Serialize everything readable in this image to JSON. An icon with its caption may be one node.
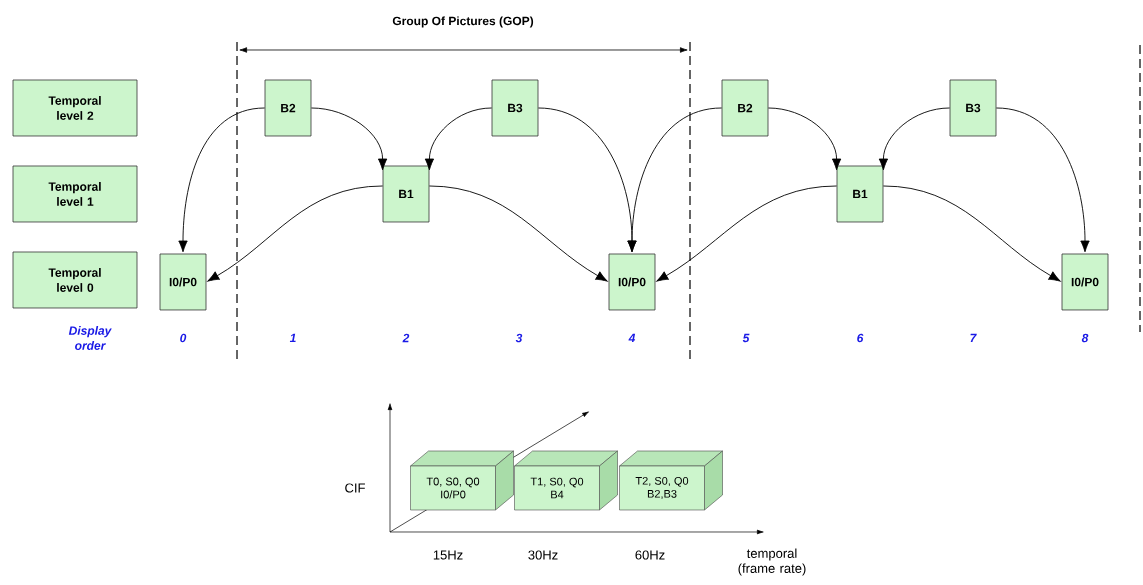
{
  "diagram": {
    "nodes": [
      {
        "text": [
          "Temporal level 2"
        ]
      },
      {
        "text": [
          "Temporal level 1"
        ]
      },
      {
        "text": [
          "Temporal level 0"
        ]
      },
      {
        "text": [
          "B2"
        ]
      },
      {
        "text": [
          "B3"
        ]
      },
      {
        "text": [
          "B2"
        ]
      },
      {
        "text": [
          "B3"
        ]
      },
      {
        "text": [
          "B1"
        ]
      },
      {
        "text": [
          "B1"
        ]
      },
      {
        "text": [
          "I0/P0"
        ]
      },
      {
        "text": [
          "I0/P0"
        ]
      },
      {
        "text": [
          "I0/P0"
        ]
      },
      {
        "text": [
          "T0, S0, Q0",
          "I0/P0"
        ]
      },
      {
        "text": [
          "T1, S0, Q0",
          "B4"
        ]
      },
      {
        "text": [
          "T2, S0, Q0",
          "B2,B3"
        ]
      }
    ],
    "edges": [
      {
        "from": 3,
        "to": 9,
        "arrow": "to"
      },
      {
        "from": 3,
        "to": 7,
        "arrow": "to"
      },
      {
        "from": 4,
        "to": 7,
        "arrow": "to"
      },
      {
        "from": 4,
        "to": 10,
        "arrow": "to"
      },
      {
        "from": 7,
        "to": 9,
        "arrow": "to"
      },
      {
        "from": 7,
        "to": 10,
        "arrow": "to"
      },
      {
        "from": 5,
        "to": 10,
        "arrow": "to"
      },
      {
        "from": 5,
        "to": 8,
        "arrow": "to"
      },
      {
        "from": 6,
        "to": 8,
        "arrow": "to"
      },
      {
        "from": 6,
        "to": 11,
        "arrow": "to"
      },
      {
        "from": 8,
        "to": 10,
        "arrow": "to"
      },
      {
        "from": 8,
        "to": 11,
        "arrow": "to"
      }
    ],
    "labels": [
      "Group Of Pictures (GOP)",
      "Display order",
      "0",
      "1",
      "2",
      "3",
      "4",
      "5",
      "6",
      "7",
      "8",
      "CIF",
      "15Hz",
      "30Hz",
      "60Hz",
      "temporal (frame rate)"
    ]
  }
}
